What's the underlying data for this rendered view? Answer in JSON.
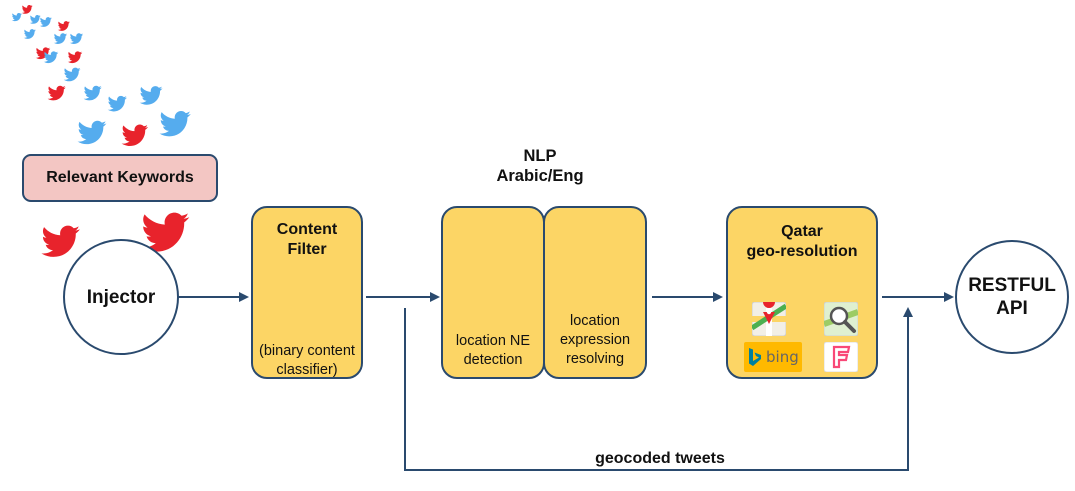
{
  "keywords": {
    "label": "Relevant Keywords"
  },
  "injector": {
    "label": "Injector"
  },
  "content_filter": {
    "title_line1": "Content",
    "title_line2": "Filter",
    "note_line1": "(binary content",
    "note_line2": "classifier)"
  },
  "nlp": {
    "title_line1": "NLP",
    "title_line2": "Arabic/Eng",
    "ne_line1": "location NE",
    "ne_line2": "detection",
    "res_line1": "location",
    "res_line2": "expression",
    "res_line3": "resolving"
  },
  "georesolution": {
    "title_line1": "Qatar",
    "title_line2": "geo-resolution",
    "bing_label": "bing",
    "services": [
      "google-maps-icon",
      "search-map-icon",
      "bing-logo",
      "foursquare-icon"
    ]
  },
  "api": {
    "line1": "RESTFUL",
    "line2": "API"
  },
  "edge_label": "geocoded tweets",
  "colors": {
    "box_fill": "#fcd565",
    "box_border": "#2a4a6e",
    "keywords_fill": "#f3c6c3",
    "arrow": "#2a4a6e",
    "bird_blue": "#55acee",
    "bird_red": "#e8232c"
  }
}
